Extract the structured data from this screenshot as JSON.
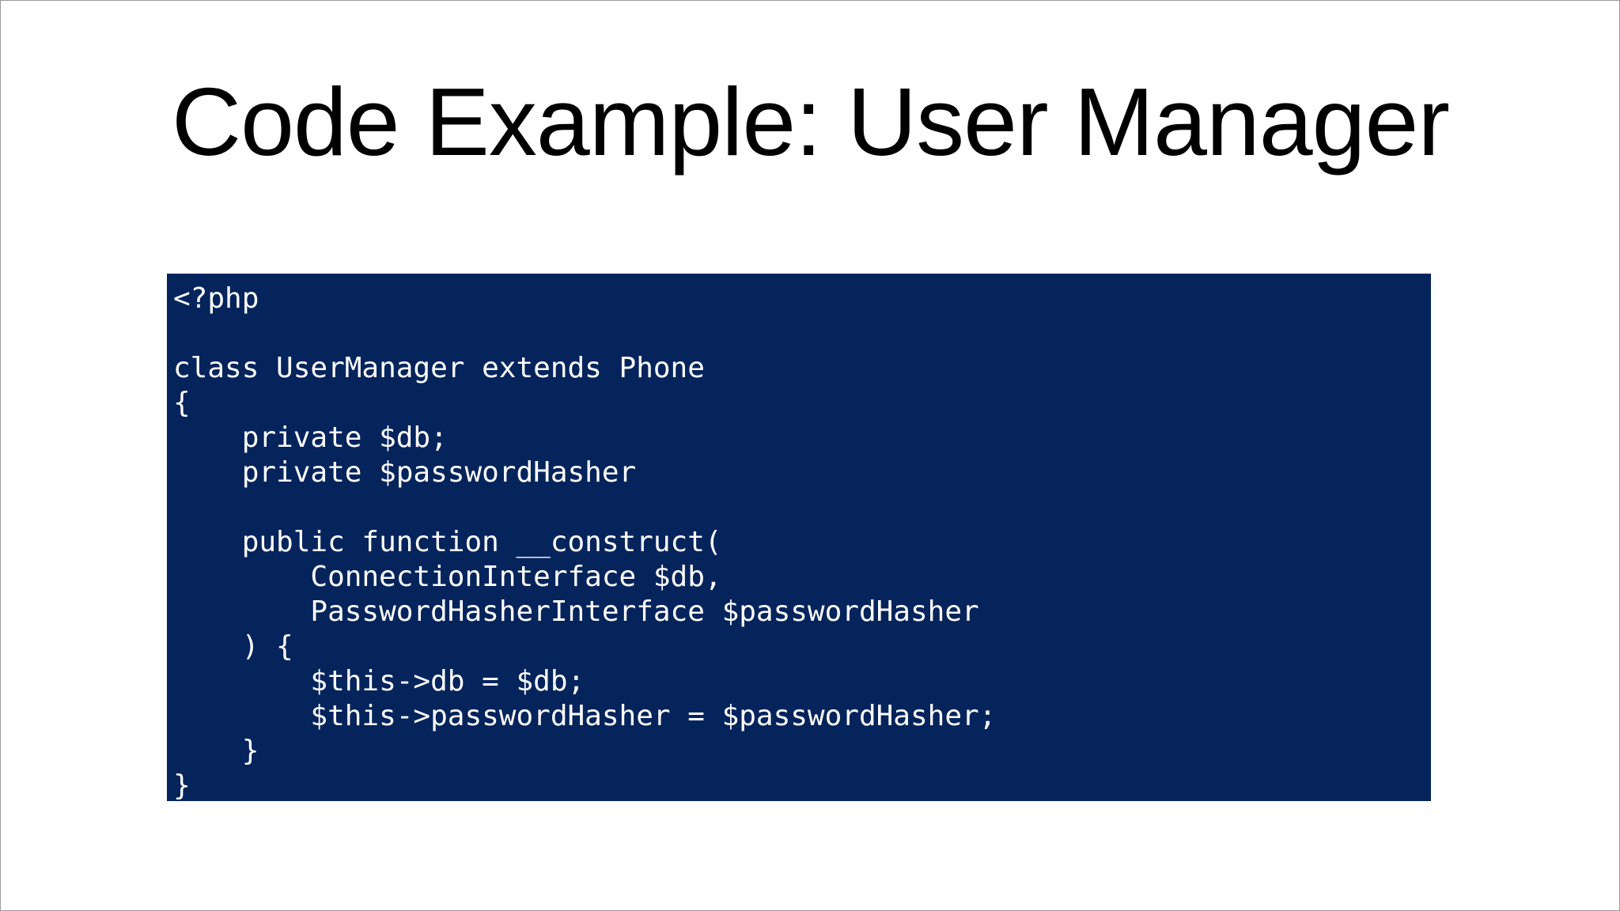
{
  "slide": {
    "title": "Code Example: User Manager",
    "background_color": "#ffffff",
    "border_color": "#9a9a9a"
  },
  "code_block": {
    "language": "php",
    "background_color": "#06245c",
    "text_color": "#fdfdfd",
    "lines": [
      "<?php",
      "",
      "class UserManager extends Phone",
      "{",
      "    private $db;",
      "    private $passwordHasher",
      "",
      "    public function __construct(",
      "        ConnectionInterface $db,",
      "        PasswordHasherInterface $passwordHasher",
      "    ) {",
      "        $this->db = $db;",
      "        $this->passwordHasher = $passwordHasher;",
      "    }",
      "}"
    ]
  }
}
